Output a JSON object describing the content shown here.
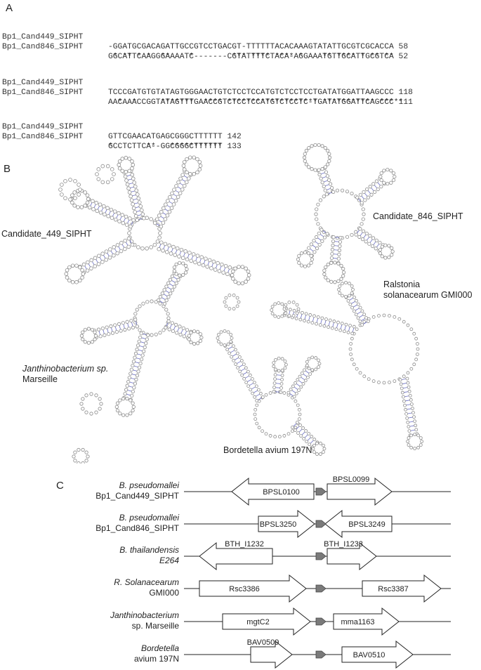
{
  "panel_a": {
    "label": "A",
    "blocks": [
      {
        "rows": [
          {
            "name": "Bp1_Cand449_SIPHT",
            "seq": "-GGATGCGACAGATTGCCGTCCTGACGT-TTTTTTACACAAAGTATATTGCGTCGCACCA 58"
          },
          {
            "name": "Bp1_Cand846_SIPHT",
            "seq": "GGCATTCAAGGGAAAATC-------CGTATTTTCTACA-AGGAAATGTTGCATTGCGTCA 52"
          }
        ],
        "cons": " * ** * *  **    *        *** **** **** *    ** **** * ** **"
      },
      {
        "rows": [
          {
            "name": "Bp1_Cand449_SIPHT",
            "seq": "TCCCGATGTGTATAGTGGGAACTGTCTCCTCCATGTCTCCTCCTGATATGGATTAAGCCC 118"
          },
          {
            "name": "Bp1_Cand846_SIPHT",
            "seq": "AACAAACCGGTATAGTTTGAACCGTCTCCTCCATGTCTCCTC-TGATATGGATTCAGCCC 111"
          }
        ],
        "cons": "  *  *     *******  **** ******************* *********** *****"
      },
      {
        "rows": [
          {
            "name": "Bp1_Cand449_SIPHT",
            "seq": "GTTCGAACATGAGCGGGCTTTTTT 142"
          },
          {
            "name": "Bp1_Cand846_SIPHT",
            "seq": "GCCTCTTCA--GGCGGGCTTTTTT 133"
          }
        ],
        "cons": "*       **   ***********"
      }
    ]
  },
  "panel_b": {
    "label": "B",
    "structures": [
      {
        "name": "Candidate_449_SIPHT"
      },
      {
        "name": "Candidate_846_SIPHT"
      },
      {
        "name_line1": "Ralstonia",
        "name_line2": "solanacearum  GMI000"
      },
      {
        "name_italic": "Janthinobacterium sp.",
        "name_line2": "Marseille"
      },
      {
        "name": "Bordetella avium 197N"
      }
    ],
    "colors": {
      "bases": "#8a8a8a",
      "pairs": "#6b6fc8"
    }
  },
  "panel_c": {
    "label": "C",
    "loci": [
      {
        "species": "B. pseudomallei",
        "strain": "Bp1_Cand449_SIPHT",
        "genes": [
          {
            "name": "BPSL0100",
            "strand": "-"
          },
          {
            "name": "BPSL0099",
            "strand": "+"
          }
        ]
      },
      {
        "species": "B. pseudomallei",
        "strain": "Bp1_Cand846_SIPHT",
        "genes": [
          {
            "name": "BPSL3250",
            "strand": "+"
          },
          {
            "name": "BPSL3249",
            "strand": "-"
          }
        ]
      },
      {
        "species": "B. thailandensis",
        "strain": "E264",
        "genes": [
          {
            "name": "BTH_I1232",
            "strand": "-"
          },
          {
            "name": "BTH_I1233",
            "strand": "+"
          }
        ]
      },
      {
        "species": "R. Solanacearum",
        "strain": "GMI000",
        "genes": [
          {
            "name": "Rsc3386",
            "strand": "+"
          },
          {
            "name": "Rsc3387",
            "strand": "+"
          }
        ]
      },
      {
        "species": "Janthinobacterium",
        "strain": "sp. Marseille",
        "genes": [
          {
            "name": "mgtC2",
            "strand": "+"
          },
          {
            "name": "mma1163",
            "strand": "+"
          }
        ]
      },
      {
        "species": "Bordetella",
        "strain": "avium 197N",
        "genes": [
          {
            "name": "BAV0509",
            "strand": "+"
          },
          {
            "name": "BAV0510",
            "strand": "+"
          }
        ]
      }
    ],
    "colors": {
      "srna": "#7a7a7a",
      "gene_fill": "#ffffff",
      "stroke": "#222222"
    }
  }
}
